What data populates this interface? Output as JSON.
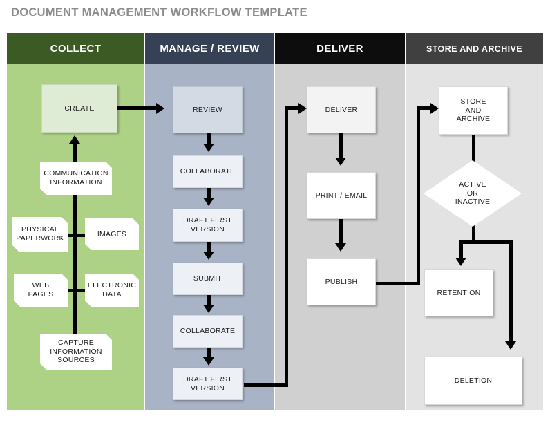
{
  "title": "DOCUMENT MANAGEMENT WORKFLOW TEMPLATE",
  "colors": {
    "title_text": "#8c8c8c",
    "collect_header": "#3b5a24",
    "collect_body": "#aed285",
    "manage_header": "#374155",
    "manage_body": "#a9b3c6",
    "deliver_header": "#0d0d0d",
    "deliver_body": "#d0d0d0",
    "store_header": "#404040",
    "store_body": "#e3e3e3",
    "connector": "#000000"
  },
  "columns": [
    {
      "id": "collect",
      "label": "COLLECT"
    },
    {
      "id": "manage",
      "label": "MANAGE / REVIEW"
    },
    {
      "id": "deliver",
      "label": "DELIVER"
    },
    {
      "id": "store",
      "label": "STORE AND ARCHIVE"
    }
  ],
  "collect": {
    "create": "CREATE",
    "communication_information": "COMMUNICATION\nINFORMATION",
    "physical_paperwork": "PHYSICAL\nPAPERWORK",
    "images": "IMAGES",
    "web_pages": "WEB\nPAGES",
    "electronic_data": "ELECTRONIC\nDATA",
    "capture_information_sources": "CAPTURE\nINFORMATION\nSOURCES"
  },
  "manage": {
    "review": "REVIEW",
    "collaborate_1": "COLLABORATE",
    "draft_first_version_1": "DRAFT FIRST\nVERSION",
    "submit": "SUBMIT",
    "collaborate_2": "COLLABORATE",
    "draft_first_version_2": "DRAFT FIRST\nVERSION"
  },
  "deliver": {
    "deliver": "DELIVER",
    "print_email": "PRINT / EMAIL",
    "publish": "PUBLISH"
  },
  "store": {
    "store_and_archive": "STORE\nAND\nARCHIVE",
    "active_or_inactive": "ACTIVE\nOR\nINACTIVE",
    "retention": "RETENTION",
    "deletion": "DELETION"
  }
}
